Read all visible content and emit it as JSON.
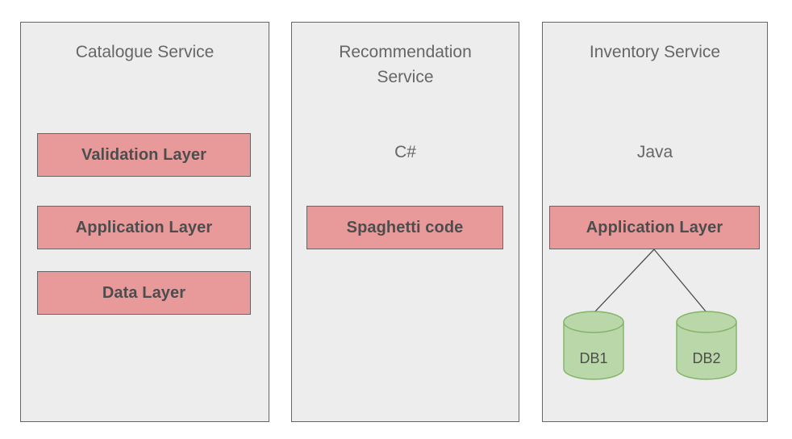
{
  "diagram": {
    "background_color": "#ffffff",
    "container_fill": "#ededed",
    "container_stroke": "#666666",
    "layer_fill": "#e89a9a",
    "layer_stroke": "#666666",
    "db_fill": "#b9d7a8",
    "db_stroke": "#82b366",
    "title_color": "#666666",
    "label_color": "#4d4d4d",
    "edge_color": "#4d4d4d"
  },
  "services": [
    {
      "id": "catalogue-service",
      "title": "Catalogue Service",
      "tech": "",
      "layers": [
        {
          "id": "validation-layer",
          "label": "Validation Layer"
        },
        {
          "id": "application-layer",
          "label": "Application Layer"
        },
        {
          "id": "data-layer",
          "label": "Data Layer"
        }
      ],
      "databases": []
    },
    {
      "id": "recommendation-service",
      "title": "Recommendation\nService",
      "tech": "C#",
      "layers": [
        {
          "id": "spaghetti-code",
          "label": "Spaghetti code"
        }
      ],
      "databases": []
    },
    {
      "id": "inventory-service",
      "title": "Inventory Service",
      "tech": "Java",
      "layers": [
        {
          "id": "application-layer",
          "label": "Application Layer"
        }
      ],
      "databases": [
        {
          "id": "db1",
          "label": "DB1"
        },
        {
          "id": "db2",
          "label": "DB2"
        }
      ]
    }
  ]
}
